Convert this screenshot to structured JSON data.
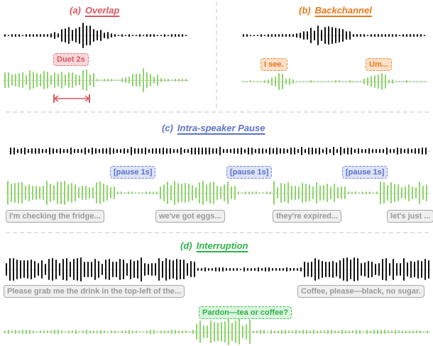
{
  "colors": {
    "overlap": "#d9575f",
    "backchannel": "#e67817",
    "pause": "#5b71c9",
    "interruption": "#2bb34a",
    "speaker_a_wave": "#111111",
    "speaker_b_wave": "#8ed46a",
    "transcript_gray": "#9a9a9a"
  },
  "panels": {
    "overlap": {
      "prefix": "(a)",
      "name": "Overlap",
      "tag": "Duet 2s"
    },
    "backchannel": {
      "prefix": "(b)",
      "name": "Backchannel",
      "tags": [
        "I see.",
        "Um..."
      ]
    },
    "pause": {
      "prefix": "(c)",
      "name": "Intra-speaker Pause",
      "pause_tags": [
        "[pause 1s]",
        "[pause 1s]",
        "[pause 1s]"
      ],
      "transcripts": [
        "I'm checking the fridge...",
        "we've got eggs...",
        "they're expired...",
        "let's just ..."
      ]
    },
    "interruption": {
      "prefix": "(d)",
      "name": "Interruption",
      "transcripts": [
        "Please grab me the drink in the top-left of the...",
        "Coffee, please—black, no sugar."
      ],
      "interrupt_tag": "Pardon—tea or coffee?"
    }
  }
}
